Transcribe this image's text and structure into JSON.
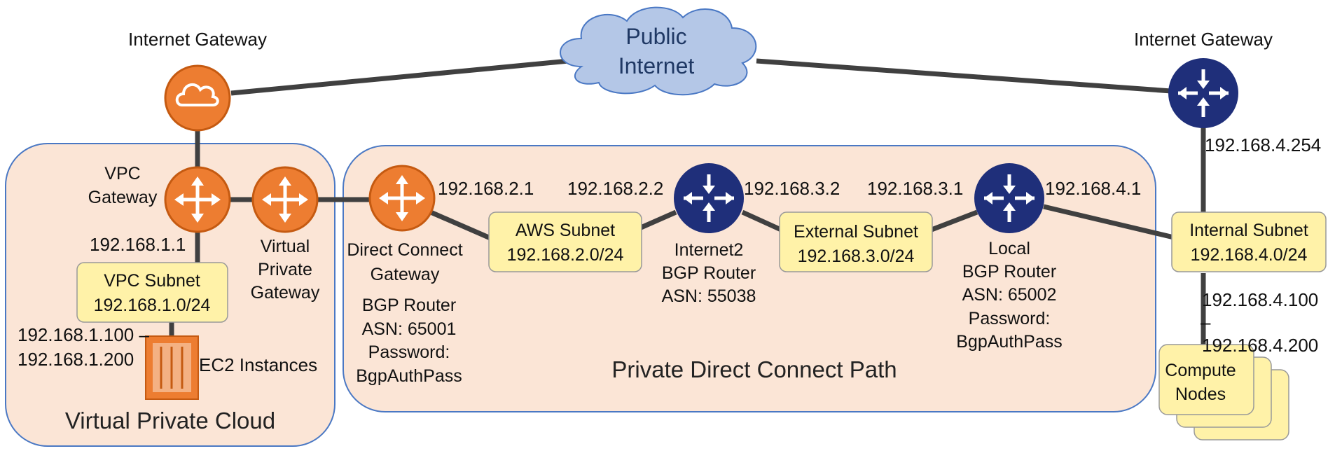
{
  "title": "",
  "cloud": {
    "line1": "Public",
    "line2": "Internet"
  },
  "gateways": {
    "aws_internet_gateway": "Internet Gateway",
    "local_internet_gateway": "Internet Gateway"
  },
  "vpc": {
    "container_label": "Virtual Private Cloud",
    "gateway_line1": "VPC",
    "gateway_line2": "Gateway",
    "gateway_ip": "192.168.1.1",
    "subnet_line1": "VPC Subnet",
    "subnet_line2": "192.168.1.0/24",
    "instances_range_line1": "192.168.1.100 –",
    "instances_range_line2": "192.168.1.200",
    "instances_label": "EC2 Instances",
    "vpg_line1": "Virtual",
    "vpg_line2": "Private",
    "vpg_line3": "Gateway"
  },
  "direct_connect": {
    "container_label": "Private Direct Connect Path",
    "dc_gateway_line1": "Direct Connect",
    "dc_gateway_line2": "Gateway",
    "dc_ip": "192.168.2.1",
    "dc_bgp_line1": "BGP Router",
    "dc_bgp_line2": "ASN: 65001",
    "dc_bgp_line3": "Password:",
    "dc_bgp_line4": "BgpAuthPass",
    "aws_subnet_line1": "AWS Subnet",
    "aws_subnet_line2": "192.168.2.0/24",
    "i2_ip_left": "192.168.2.2",
    "i2_ip_right": "192.168.3.2",
    "i2_line1": "Internet2",
    "i2_line2": "BGP Router",
    "i2_line3": "ASN: 55038",
    "ext_subnet_line1": "External Subnet",
    "ext_subnet_line2": "192.168.3.0/24",
    "local_ip_left": "192.168.3.1",
    "local_ip_right": "192.168.4.1",
    "local_line1": "Local",
    "local_line2": "BGP Router",
    "local_line3": "ASN: 65002",
    "local_line4": "Password:",
    "local_line5": "BgpAuthPass"
  },
  "local_site": {
    "gateway_ip": "192.168.4.254",
    "internal_subnet_line1": "Internal Subnet",
    "internal_subnet_line2": "192.168.4.0/24",
    "compute_range_line1": "192.168.4.100",
    "compute_range_line2": "–",
    "compute_range_line3": "192.168.4.200",
    "compute_line1": "Compute",
    "compute_line2": "Nodes"
  },
  "colors": {
    "aws_orange": "#ed7d31",
    "router_navy": "#1f2f7a",
    "subnet_yellow": "#fff2a8",
    "container_fill": "#fbe5d6",
    "container_border": "#4a78c4",
    "cloud_fill": "#b4c7e7",
    "link": "#404040"
  }
}
